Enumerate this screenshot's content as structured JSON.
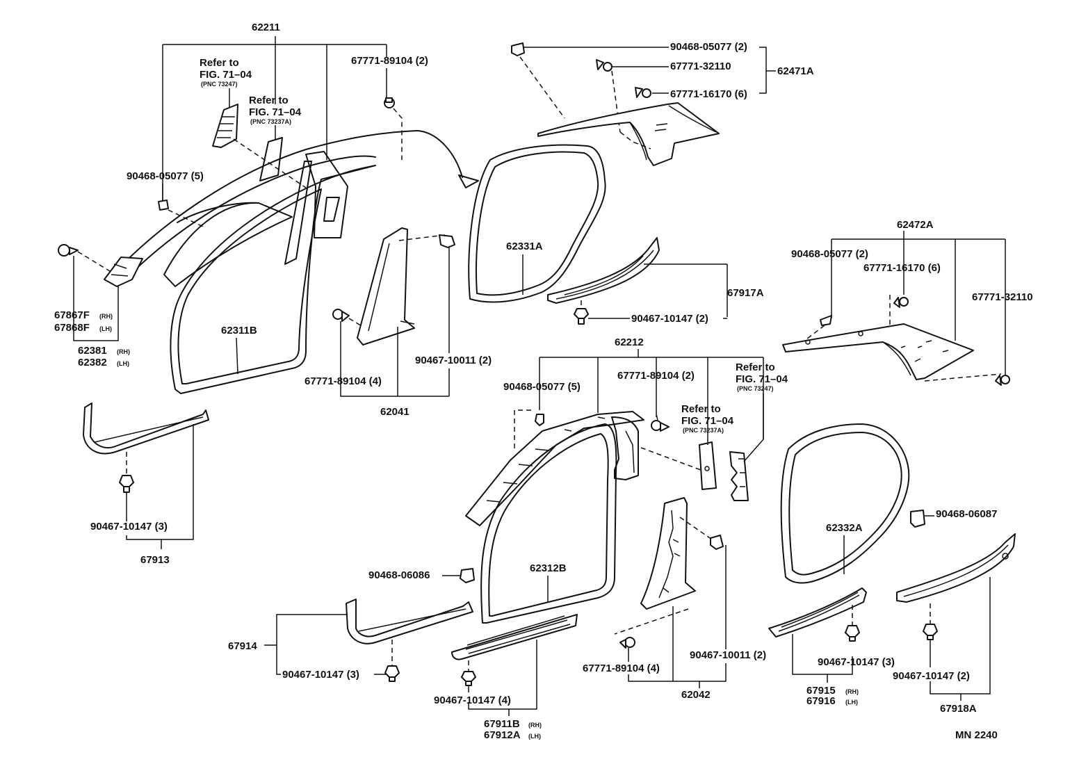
{
  "labels": {
    "l62211": "62211",
    "refer": "Refer to",
    "fig7104": "FIG. 71–04",
    "pnc73247": "(PNC 73247)",
    "pnc73237a": "(PNC 73237A)",
    "p6777189104_2": "67771-89104 (2)",
    "p9046805077_5": "90468-05077 (5)",
    "p67867f": "67867F",
    "p67868f": "67868F",
    "rh": "(RH)",
    "lh": "(LH)",
    "p62381": "62381",
    "p62382": "62382",
    "p62311b": "62311B",
    "p62041": "62041",
    "p6777189104_4": "67771-89104 (4)",
    "p9046710011_2": "90467-10011 (2)",
    "p9046710147_3": "90467-10147 (3)",
    "p67913": "67913",
    "p62331a": "62331A",
    "p9046805077_2": "90468-05077 (2)",
    "p6777132110": "67771-32110",
    "p6777116170_6": "67771-16170 (6)",
    "p62471a": "62471A",
    "p67917a": "67917A",
    "p9046710147_2": "90467-10147 (2)",
    "p62472a": "62472A",
    "p62212": "62212",
    "p62312b": "62312B",
    "p9046806086": "90468-06086",
    "p67914": "67914",
    "p9046710147_4": "90467-10147 (4)",
    "p67911b": "67911B",
    "p67912a": "67912A",
    "p62042": "62042",
    "p62332a": "62332A",
    "p9046806087": "90468-06087",
    "p67915": "67915",
    "p67916": "67916",
    "p67918a": "67918A",
    "mn2240": "MN 2240"
  }
}
